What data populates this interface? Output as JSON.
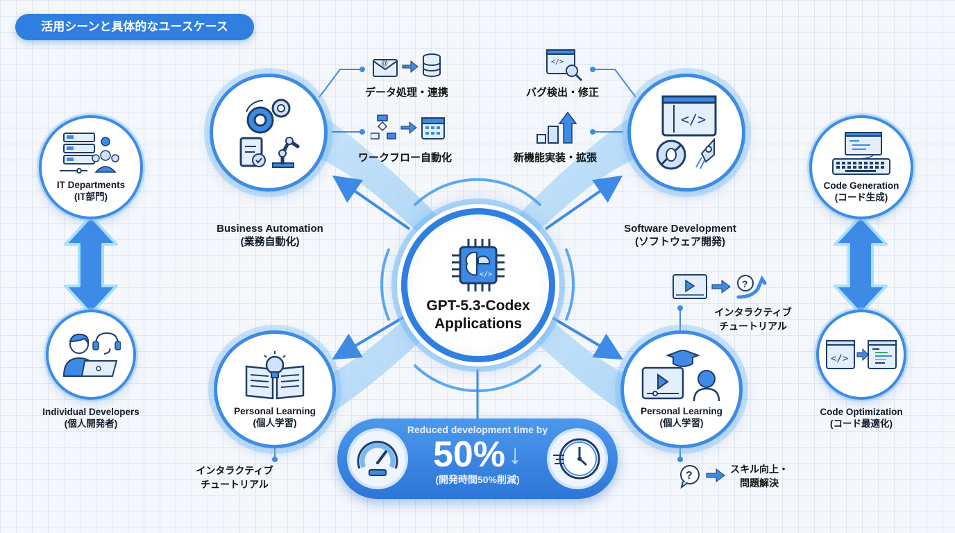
{
  "header": {
    "title": "活用シーンと具体的なユースケース"
  },
  "center": {
    "title_line1": "GPT-5.3-Codex",
    "title_line2": "Applications",
    "icon": "ai-chip-brain-code-icon"
  },
  "nodes": {
    "business_automation": {
      "label_en": "Business Automation",
      "label_jp": "(業務自動化)",
      "icon": "gears-document-robot-arm-icon",
      "features": [
        {
          "text": "データ処理・連携",
          "icons": [
            "email-icon",
            "arrow-right-icon",
            "database-icon"
          ]
        },
        {
          "text": "ワークフロー自動化",
          "icons": [
            "flowchart-icon",
            "arrow-right-icon",
            "calendar-icon"
          ]
        }
      ]
    },
    "software_development": {
      "label_en": "Software Development",
      "label_jp": "(ソフトウェア開発)",
      "icon": "code-window-bug-rocket-icon",
      "features": [
        {
          "text": "バグ検出・修正",
          "icons": [
            "code-search-icon"
          ]
        },
        {
          "text": "新機能実装・拡張",
          "icons": [
            "growth-bars-arrow-icon"
          ]
        }
      ]
    },
    "personal_learning_left": {
      "label_en": "Personal Learning",
      "label_jp": "(個人学習)",
      "icon": "book-lightbulb-icon",
      "features": [
        {
          "text_line1": "インタラクティブ",
          "text_line2": "チュートリアル"
        }
      ]
    },
    "personal_learning_right": {
      "label_en": "Personal Learning",
      "label_jp": "(個人学習)",
      "icon": "video-graduate-icon",
      "features": [
        {
          "text_line1": "インタラクティブ",
          "text_line2": "チュートリアル",
          "icons": [
            "video-player-icon",
            "arrow-right-icon",
            "question-growth-icon"
          ]
        },
        {
          "text_line1": "スキル向上・",
          "text_line2": "問題解決",
          "icons": [
            "question-bubble-icon",
            "arrow-right-icon"
          ]
        }
      ]
    },
    "it_departments": {
      "label_en": "IT Departments",
      "label_jp": "(IT部門)",
      "icon": "server-team-icon"
    },
    "individual_developers": {
      "label_en": "Individual Developers",
      "label_jp": "(個人開発者)",
      "icon": "developer-laptop-headset-icon"
    },
    "code_generation": {
      "label_en": "Code Generation",
      "label_jp": "(コード生成)",
      "icon": "code-window-keyboard-icon"
    },
    "code_optimization": {
      "label_en": "Code Optimization",
      "label_jp": "(コード最適化)",
      "icon": "code-refactor-icon"
    }
  },
  "stat": {
    "caption": "Reduced development time by",
    "value": "50%",
    "arrow": "↓",
    "caption_jp": "(開発時間50%削減)",
    "left_icon": "speedometer-icon",
    "right_icon": "fast-clock-icon"
  },
  "colors": {
    "primary": "#2f7ee0",
    "light": "#cfe4fb",
    "background": "#f4f7fb",
    "icon_stroke": "#1f3c66"
  }
}
